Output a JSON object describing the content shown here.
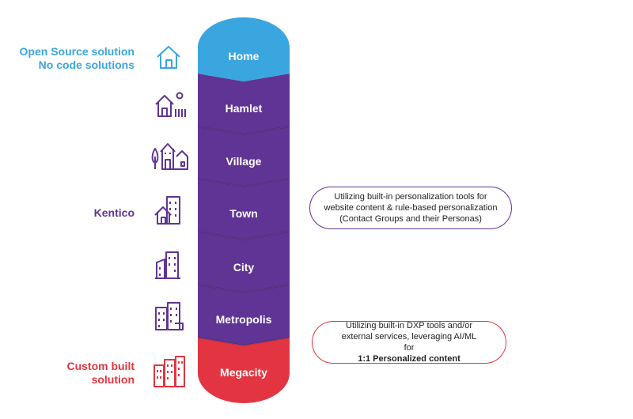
{
  "colors": {
    "home": "#3aa6df",
    "level": "#5f3494",
    "megacity": "#e23541",
    "kentico": "#5f3494"
  },
  "stages": [
    {
      "label": "Home",
      "icon": "house-icon"
    },
    {
      "label": "Hamlet",
      "icon": "hamlet-icon"
    },
    {
      "label": "Village",
      "icon": "village-icon"
    },
    {
      "label": "Town",
      "icon": "town-icon"
    },
    {
      "label": "City",
      "icon": "city-icon"
    },
    {
      "label": "Metropolis",
      "icon": "metropolis-icon"
    },
    {
      "label": "Megacity",
      "icon": "megacity-icon"
    }
  ],
  "left_labels": {
    "open_source": {
      "line1": "Open Source solution",
      "line2": "No code solutions"
    },
    "kentico": "Kentico",
    "custom_built": {
      "line1": "Custom built",
      "line2": "solution"
    }
  },
  "notes": {
    "town_note": {
      "line1": "Utilizing built-in personalization tools for",
      "line2": "website content & rule-based personalization",
      "line3": "(Contact Groups and their Personas)"
    },
    "megacity_note": {
      "line1": "Utilizing built-in DXP tools and/or",
      "line2": "external services, leveraging AI/ML",
      "line3_prefix": "for ",
      "line3_bold": "1:1 Personalized content"
    }
  }
}
